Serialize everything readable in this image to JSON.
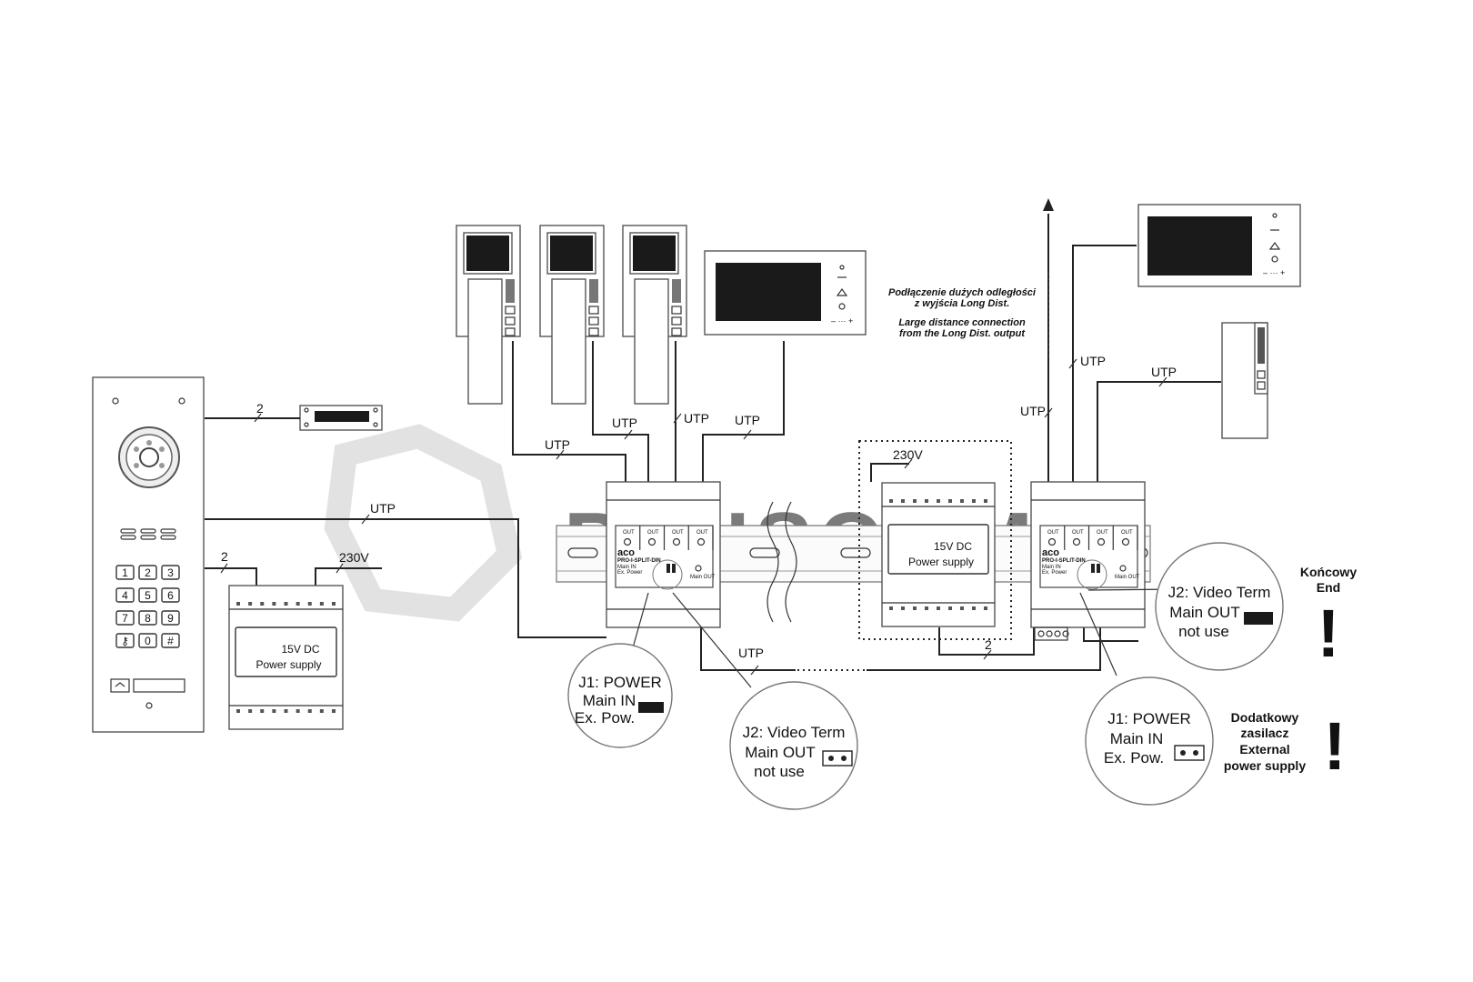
{
  "watermark": "PLUSCOM",
  "labels": {
    "lock_wires": "2",
    "utp": "UTP",
    "v230": "230V",
    "two": "2"
  },
  "power_supply": {
    "line1": "15V DC",
    "line2": "Power supply"
  },
  "splitter": {
    "brand": "aco",
    "model": "PRO-I-SPLIT-DIN",
    "out": "OUT",
    "main_in": "Main IN",
    "main_out": "Main OUT",
    "ex_power": "Ex. Power"
  },
  "keypad": {
    "keys": [
      "1",
      "2",
      "3",
      "4",
      "5",
      "6",
      "7",
      "8",
      "9",
      "⚷",
      "0",
      "#"
    ]
  },
  "note": {
    "pl_line1": "Podłączenie dużych odległości",
    "pl_line2": "z wyjścia Long Dist.",
    "en_line1": "Large distance connection",
    "en_line2": "from the Long Dist. output"
  },
  "bubbles": {
    "j1_left": {
      "l1": "J1: POWER",
      "l2": "Main IN",
      "l3": "Ex. Pow."
    },
    "j2_left": {
      "l1": "J2: Video Term",
      "l2": "Main OUT",
      "l3": "not use"
    },
    "j2_right": {
      "l1": "J2: Video Term",
      "l2": "Main OUT",
      "l3": "not use"
    },
    "j1_right": {
      "l1": "J1: POWER",
      "l2": "Main IN",
      "l3": "Ex. Pow."
    }
  },
  "end_note": {
    "l1": "Końcowy",
    "l2": "End"
  },
  "ext_note": {
    "l1": "Dodatkowy",
    "l2": "zasilacz",
    "l3": "External",
    "l4": "power supply"
  },
  "bang": "!"
}
